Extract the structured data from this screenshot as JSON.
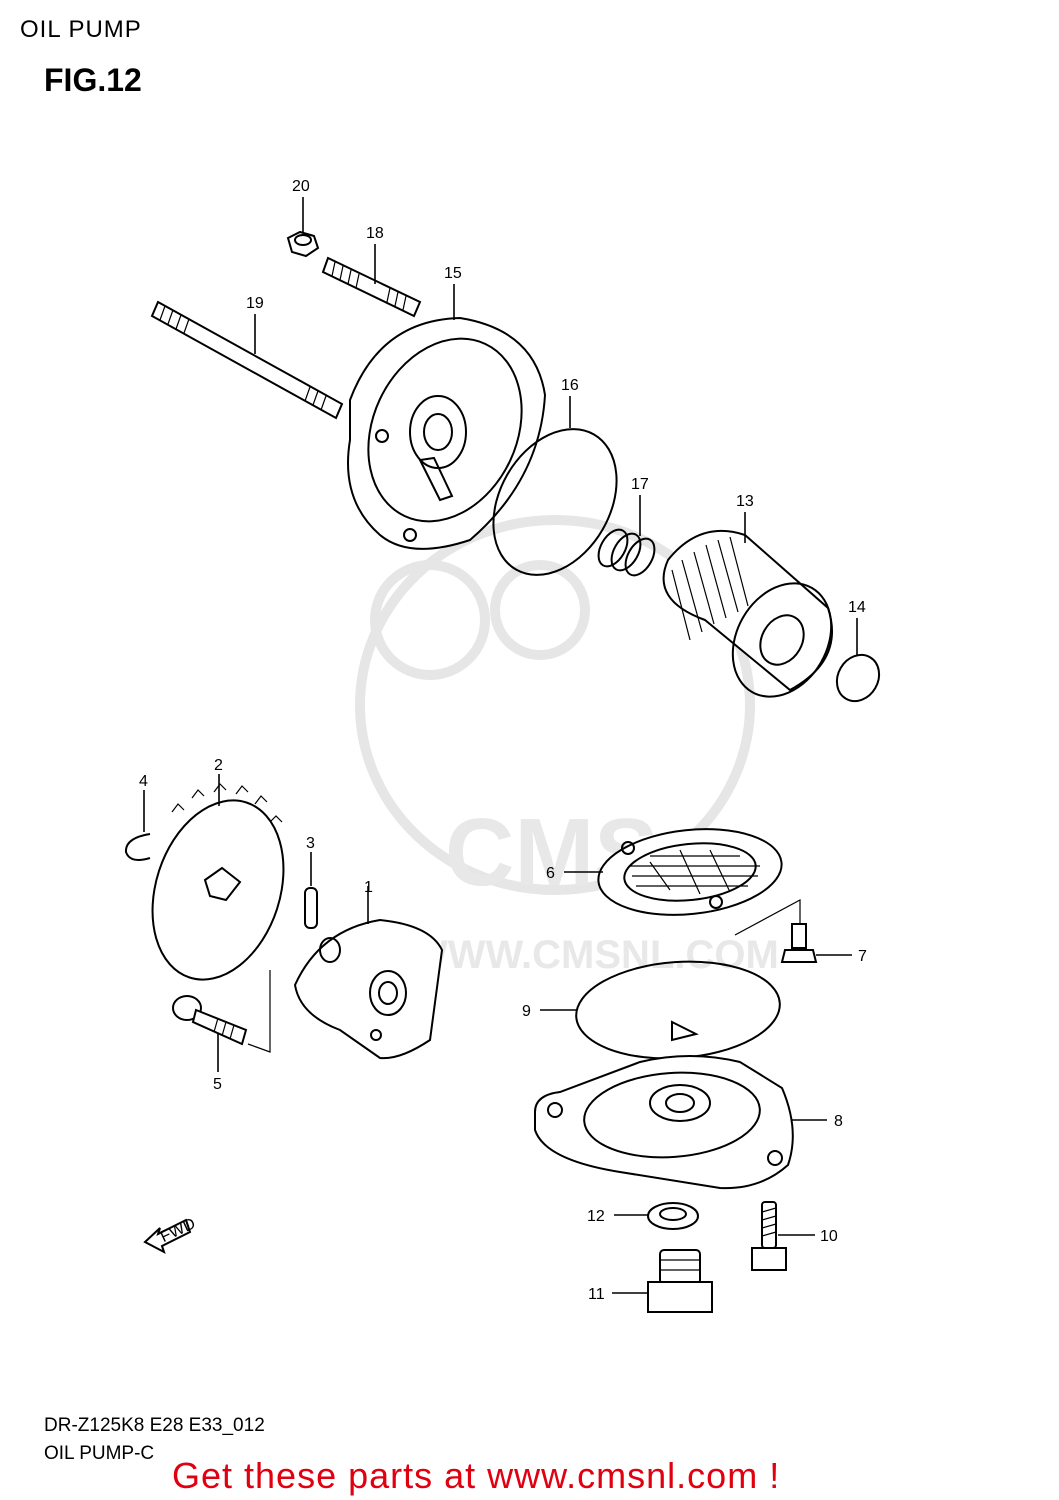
{
  "header": {
    "section": "OIL PUMP",
    "figure": "FIG.12"
  },
  "watermark": {
    "logo_text": "CMS",
    "site_text": "WWW.CMSNL.COM"
  },
  "callouts": [
    "1",
    "2",
    "3",
    "4",
    "5",
    "6",
    "7",
    "8",
    "9",
    "10",
    "11",
    "12",
    "13",
    "14",
    "15",
    "16",
    "17",
    "18",
    "19",
    "20"
  ],
  "fwd_text": "FWD",
  "footer": {
    "model_code": "DR-Z125K8 E28 E33_012",
    "diagram_name": "OIL PUMP-C",
    "promo": "Get these parts at www.cmsnl.com !"
  },
  "colors": {
    "promo": "#e0000f",
    "line": "#000000",
    "watermark": "#e6e6e6"
  }
}
